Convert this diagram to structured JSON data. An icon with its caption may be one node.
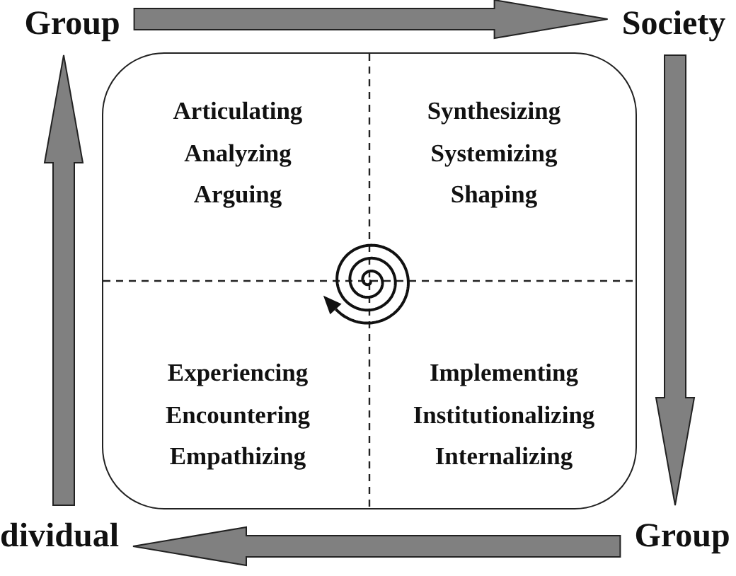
{
  "diagram": {
    "nodes": [
      {
        "text": [
          "Group"
        ]
      },
      {
        "text": [
          "Society"
        ]
      },
      {
        "text": [],
        "shape": "box"
      },
      {
        "text": [
          "Articulating",
          "Analyzing",
          "Arguing"
        ],
        "in": 2
      },
      {
        "text": [
          "Synthesizing",
          "Systemizing",
          "Shaping"
        ],
        "in": 2
      },
      {
        "text": [
          "Experiencing",
          "Encountering",
          "Empathizing"
        ],
        "in": 2
      },
      {
        "text": [
          "Implementing",
          "Institutionalizing",
          "Internalizing"
        ],
        "in": 2
      },
      {
        "text": [
          "dividual"
        ]
      },
      {
        "text": [
          "Group"
        ]
      }
    ],
    "edges": [
      {
        "from": 0,
        "to": 1,
        "arrow": "to"
      },
      {
        "from": 1,
        "to": 8,
        "arrow": "to"
      },
      {
        "from": 8,
        "to": 7,
        "arrow": "to"
      },
      {
        "from": 7,
        "to": 0,
        "arrow": "to"
      }
    ]
  }
}
